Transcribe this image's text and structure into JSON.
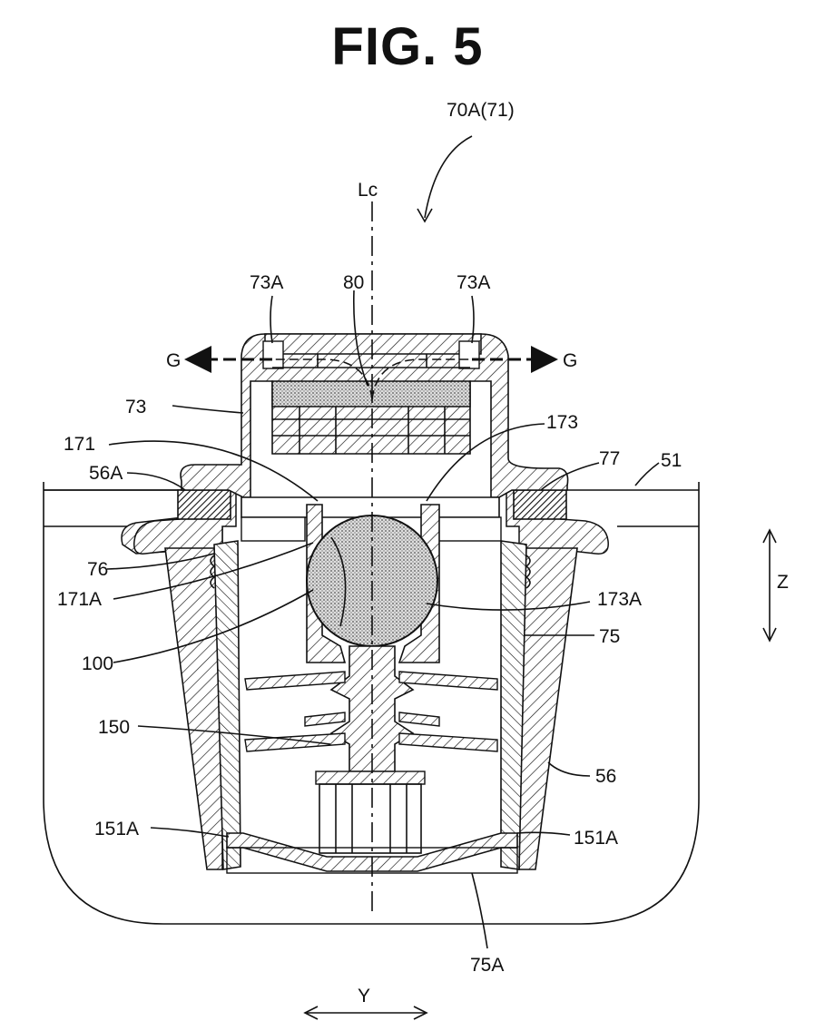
{
  "figure": {
    "title": "FIG. 5"
  },
  "labels": {
    "assembly": "70A(71)",
    "axis": "Lc",
    "vent_left": "73A",
    "filter": "80",
    "vent_right": "73A",
    "flow_left": "G",
    "flow_right": "G",
    "cap": "73",
    "valve_seat_left": "171",
    "valve_seat_right": "173",
    "seal_outer": "56A",
    "seal_inner": "77",
    "tank_wall": "51",
    "thread": "76",
    "seat_left_edge": "171A",
    "seat_right_edge": "173A",
    "float_ball": "100",
    "body": "75",
    "spring_member": "150",
    "sleeve": "56",
    "bottom_left": "151A",
    "bottom_right": "151A",
    "bottom_plate": "75A",
    "dir_y": "Y",
    "dir_z": "Z"
  }
}
